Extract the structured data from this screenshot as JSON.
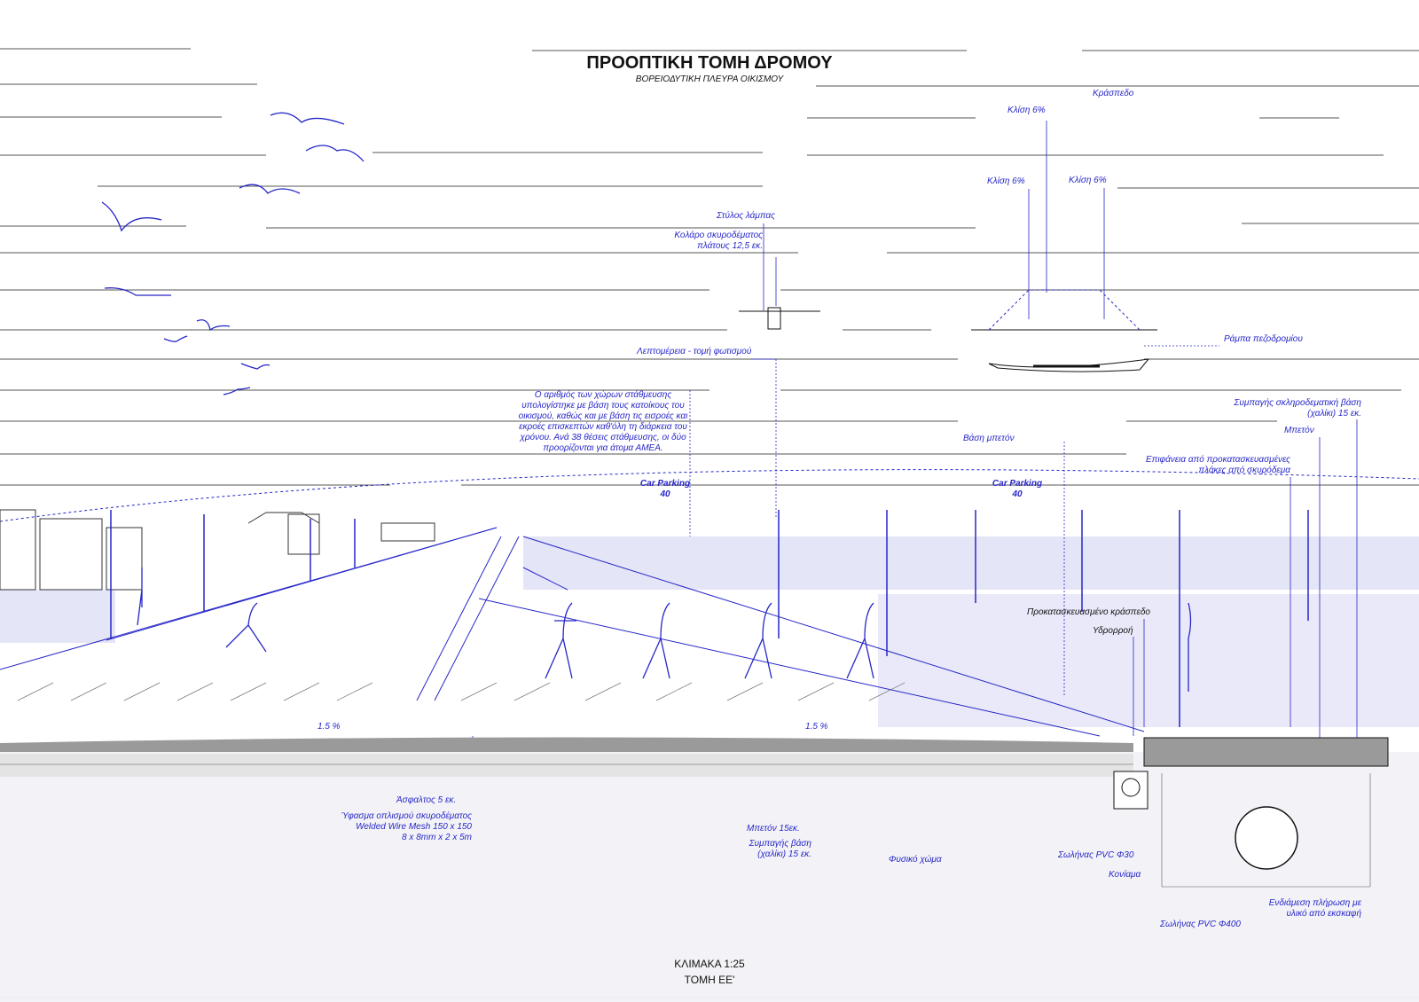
{
  "header": {
    "title": "ΠΡΟΟΠΤΙΚΗ ΤΟΜΗ ΔΡΟΜΟΥ",
    "subtitle": "ΒΟΡΕΙΟΔΥΤΙΚΗ ΠΛΕΥΡΑ ΟΙΚΙΣΜΟΥ"
  },
  "footer": {
    "scale": "ΚΛΙΜΑΚΑ 1:25",
    "section": "ΤΟΜΗ ΕΕ'"
  },
  "labels": {
    "kraspedo_top": "Κράσπεδο",
    "klisi_1": "Κλίση 6%",
    "klisi_2": "Κλίση 6%",
    "klisi_3": "Κλίση 6%",
    "stylos": "Στύλος λάμπας",
    "kolaro": "Κολάρο σκυροδέματος\nπλάτους 12,5 εκ.",
    "leptomereia": "Λεπτομέρεια - τομή φωτισμού",
    "rampa": "Ράμπα πεζοδρομίου",
    "parking_note": "Ο αριθμός των χώρων στάθμευσης\nυπολογίστηκε με βάση τους κατοίκους του\nοικισμού, καθώς και με βάση τις εισροές και\nεκροές επισκεπτών καθ'όλη τη διάρκεια του\nχρόνου. Ανά 38 θέσεις στάθμευσης, οι δύο\nπροορίζονται για άτομα ΑΜΕΑ.",
    "vasi_mpeton": "Βάση μπετόν",
    "sympagis_top": "Συμπαγής σκληροδεματική βάση\n(χαλίκι) 15 εκ.",
    "mpeton_top": "Μπετόν",
    "epifaneia": "Επιφάνεια από προκατασκευασμένες\nπλάκες από σκυρόδεμα",
    "car_parking_1": "Car Parking\n40",
    "car_parking_2": "Car Parking\n40",
    "prokat_kraspedo": "Προκατασκευασμένο κράσπεδο",
    "ydrorroi": "Υδρορροή",
    "slope_1": "1.5 %",
    "slope_2": "1.5 %",
    "asfaltos": "Άσφαλτος 5 εκ.",
    "yfasma": "Ύφασμα οπλισμού σκυροδέματος\nWelded Wire Mesh 150 x 150\n8 x 8mm x 2 x 5m",
    "mpeton_15": "Μπετόν 15εκ.",
    "sympagis_bottom": "Συμπαγής βάση\n(χαλίκι) 15 εκ.",
    "fysiko_xoma": "Φυσικό χώμα",
    "solinas_30": "Σωλήνας PVC Φ30",
    "koniama": "Κονίαμα",
    "solinas_400": "Σωλήνας PVC Φ400",
    "endiamesi": "Ενδιάμεση πλήρωση με\nυλικό από εκσκαφή"
  },
  "colors": {
    "ink": "#2626c8",
    "black": "#111111"
  }
}
